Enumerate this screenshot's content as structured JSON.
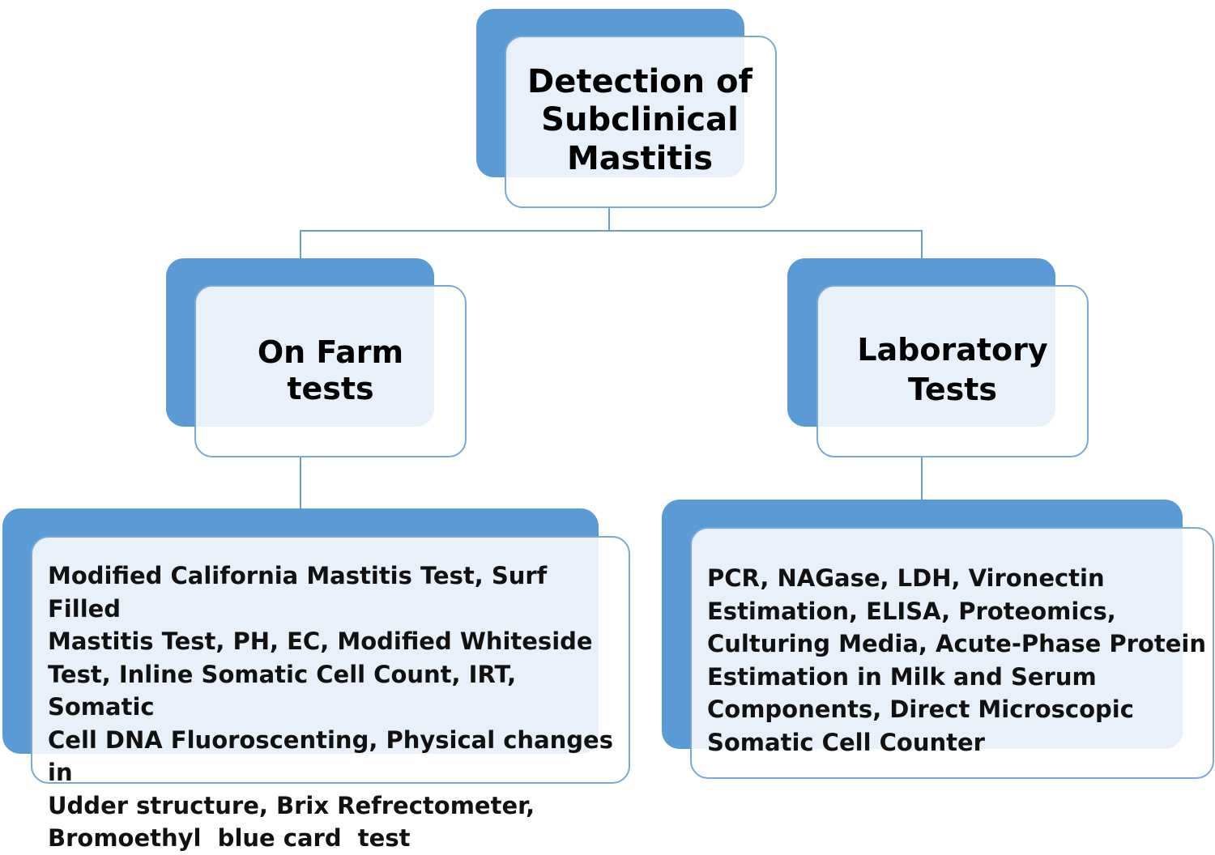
{
  "root": {
    "title_lines": [
      "Detection of",
      "Subclinical",
      "Mastitis"
    ]
  },
  "branches": [
    {
      "id": "on-farm",
      "title_lines": [
        "On Farm tests"
      ],
      "detail_lines": [
        "Modified California Mastitis Test, Surf Filled",
        "Mastitis Test, PH, EC, Modified Whiteside",
        "Test, Inline Somatic Cell Count, IRT, Somatic",
        "Cell DNA Fluoroscenting, Physical changes in",
        "Udder structure, Brix Refrectometer,",
        "Bromoethyl  blue card  test"
      ]
    },
    {
      "id": "laboratory",
      "title_lines": [
        "Laboratory",
        "Tests"
      ],
      "detail_lines": [
        "PCR, NAGase, LDH, Vironectin",
        "Estimation, ELISA, Proteomics,",
        "Culturing Media, Acute-Phase Protein",
        "Estimation in Milk and Serum",
        "Components, Direct Microscopic",
        "Somatic Cell Counter"
      ]
    }
  ],
  "colors": {
    "shadow_fill": "#5b9bd5",
    "card_border": "#7aa9d8",
    "connector": "#6e9cc9"
  }
}
